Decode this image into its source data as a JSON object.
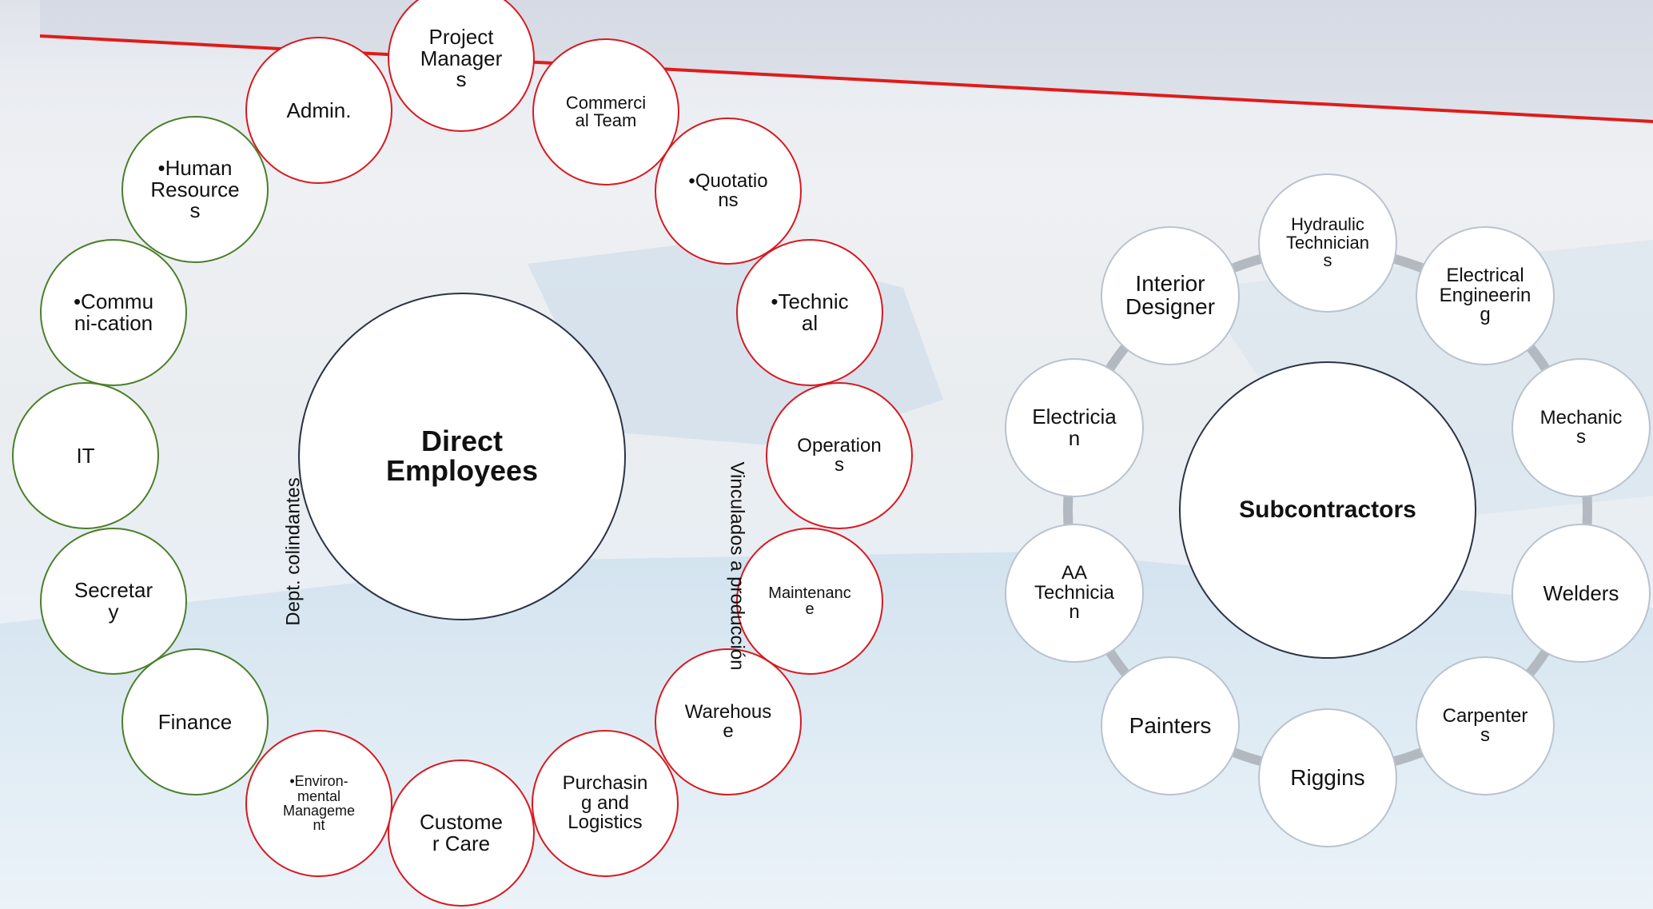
{
  "colors": {
    "direct_employees_ring": "#d71920",
    "support_ring": "#4b7f2a",
    "subcontractor_ring": "#b9c3cf",
    "hub_outline": "#2b3446",
    "top_line": "#e01b1b"
  },
  "direct_employees": {
    "hub_label": "Direct\nEmployees",
    "production_label": "Vinculados a producción",
    "adjacent_label": "Dept. colindantes",
    "production_departments": [
      "Project\nManager\ns",
      "Commerci\nal Team",
      "•Quotatio\nns",
      "•Technic\nal",
      "Operation\ns",
      "Maintenanc\ne",
      "Warehous\ne",
      "Purchasin\ng and\nLogistics",
      "Custome\nr Care",
      "•Environ-\nmental\nManageme\nnt",
      "Admin."
    ],
    "support_departments": [
      "•Human\nResource\ns",
      "•Commu\nni-cation",
      "IT",
      "Secretar\ny",
      "Finance"
    ]
  },
  "subcontractors": {
    "hub_label": "Subcontractors",
    "trades": [
      "Hydraulic\nTechnician\ns",
      "Electrical\nEngineerin\ng",
      "Mechanic\ns",
      "Welders",
      "Carpenter\ns",
      "Riggins",
      "Painters",
      "AA\nTechnicia\nn",
      "Electricia\nn",
      "Interior\nDesigner"
    ]
  }
}
